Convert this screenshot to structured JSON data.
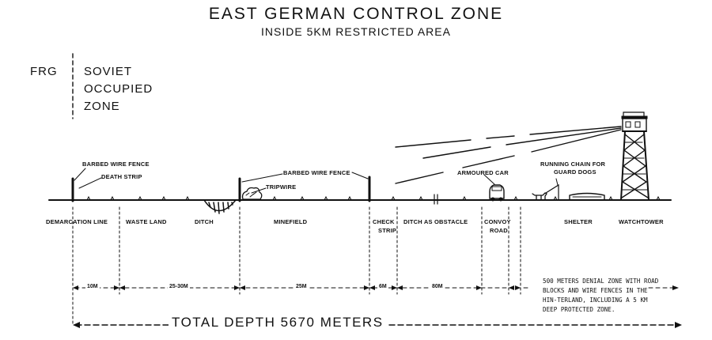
{
  "title": "EAST GERMAN CONTROL ZONE",
  "subtitle": "INSIDE 5KM RESTRICTED AREA",
  "frg_label": "FRG",
  "soviet_zone": [
    "SOVIET",
    "OCCUPIED",
    "ZONE"
  ],
  "annotations": {
    "barbed_wire_fence_1": "BARBED WIRE FENCE",
    "death_strip": "DEATH STRIP",
    "barbed_wire_fence_2": "BARBED WIRE FENCE",
    "tripwire": "TRIPWIRE",
    "armoured_car": "ARMOURED CAR",
    "running_chain_1": "RUNNING CHAIN FOR",
    "running_chain_2": "GUARD DOGS"
  },
  "ground_labels": {
    "demarcation": "DEMARCATION LINE",
    "waste_land": "WASTE LAND",
    "ditch": "DITCH",
    "minefield": "MINEFIELD",
    "check_1": "CHECK",
    "check_2": "STRIP",
    "ditch_obstacle": "DITCH AS OBSTACLE",
    "convoy_1": "CONVOY",
    "convoy_2": "ROAD",
    "shelter": "SHELTER",
    "watchtower": "WATCHTOWER"
  },
  "segments": [
    "10M",
    "25-30M",
    "25M",
    "6M",
    "80M"
  ],
  "denial_note": "500 METERS DENIAL ZONE WITH ROAD BLOCKS AND WIRE FENCES IN THE HIN-TERLAND, INCLUDING A 5 KM DEEP PROTECTED ZONE.",
  "total_depth": "TOTAL DEPTH 5670 METERS"
}
